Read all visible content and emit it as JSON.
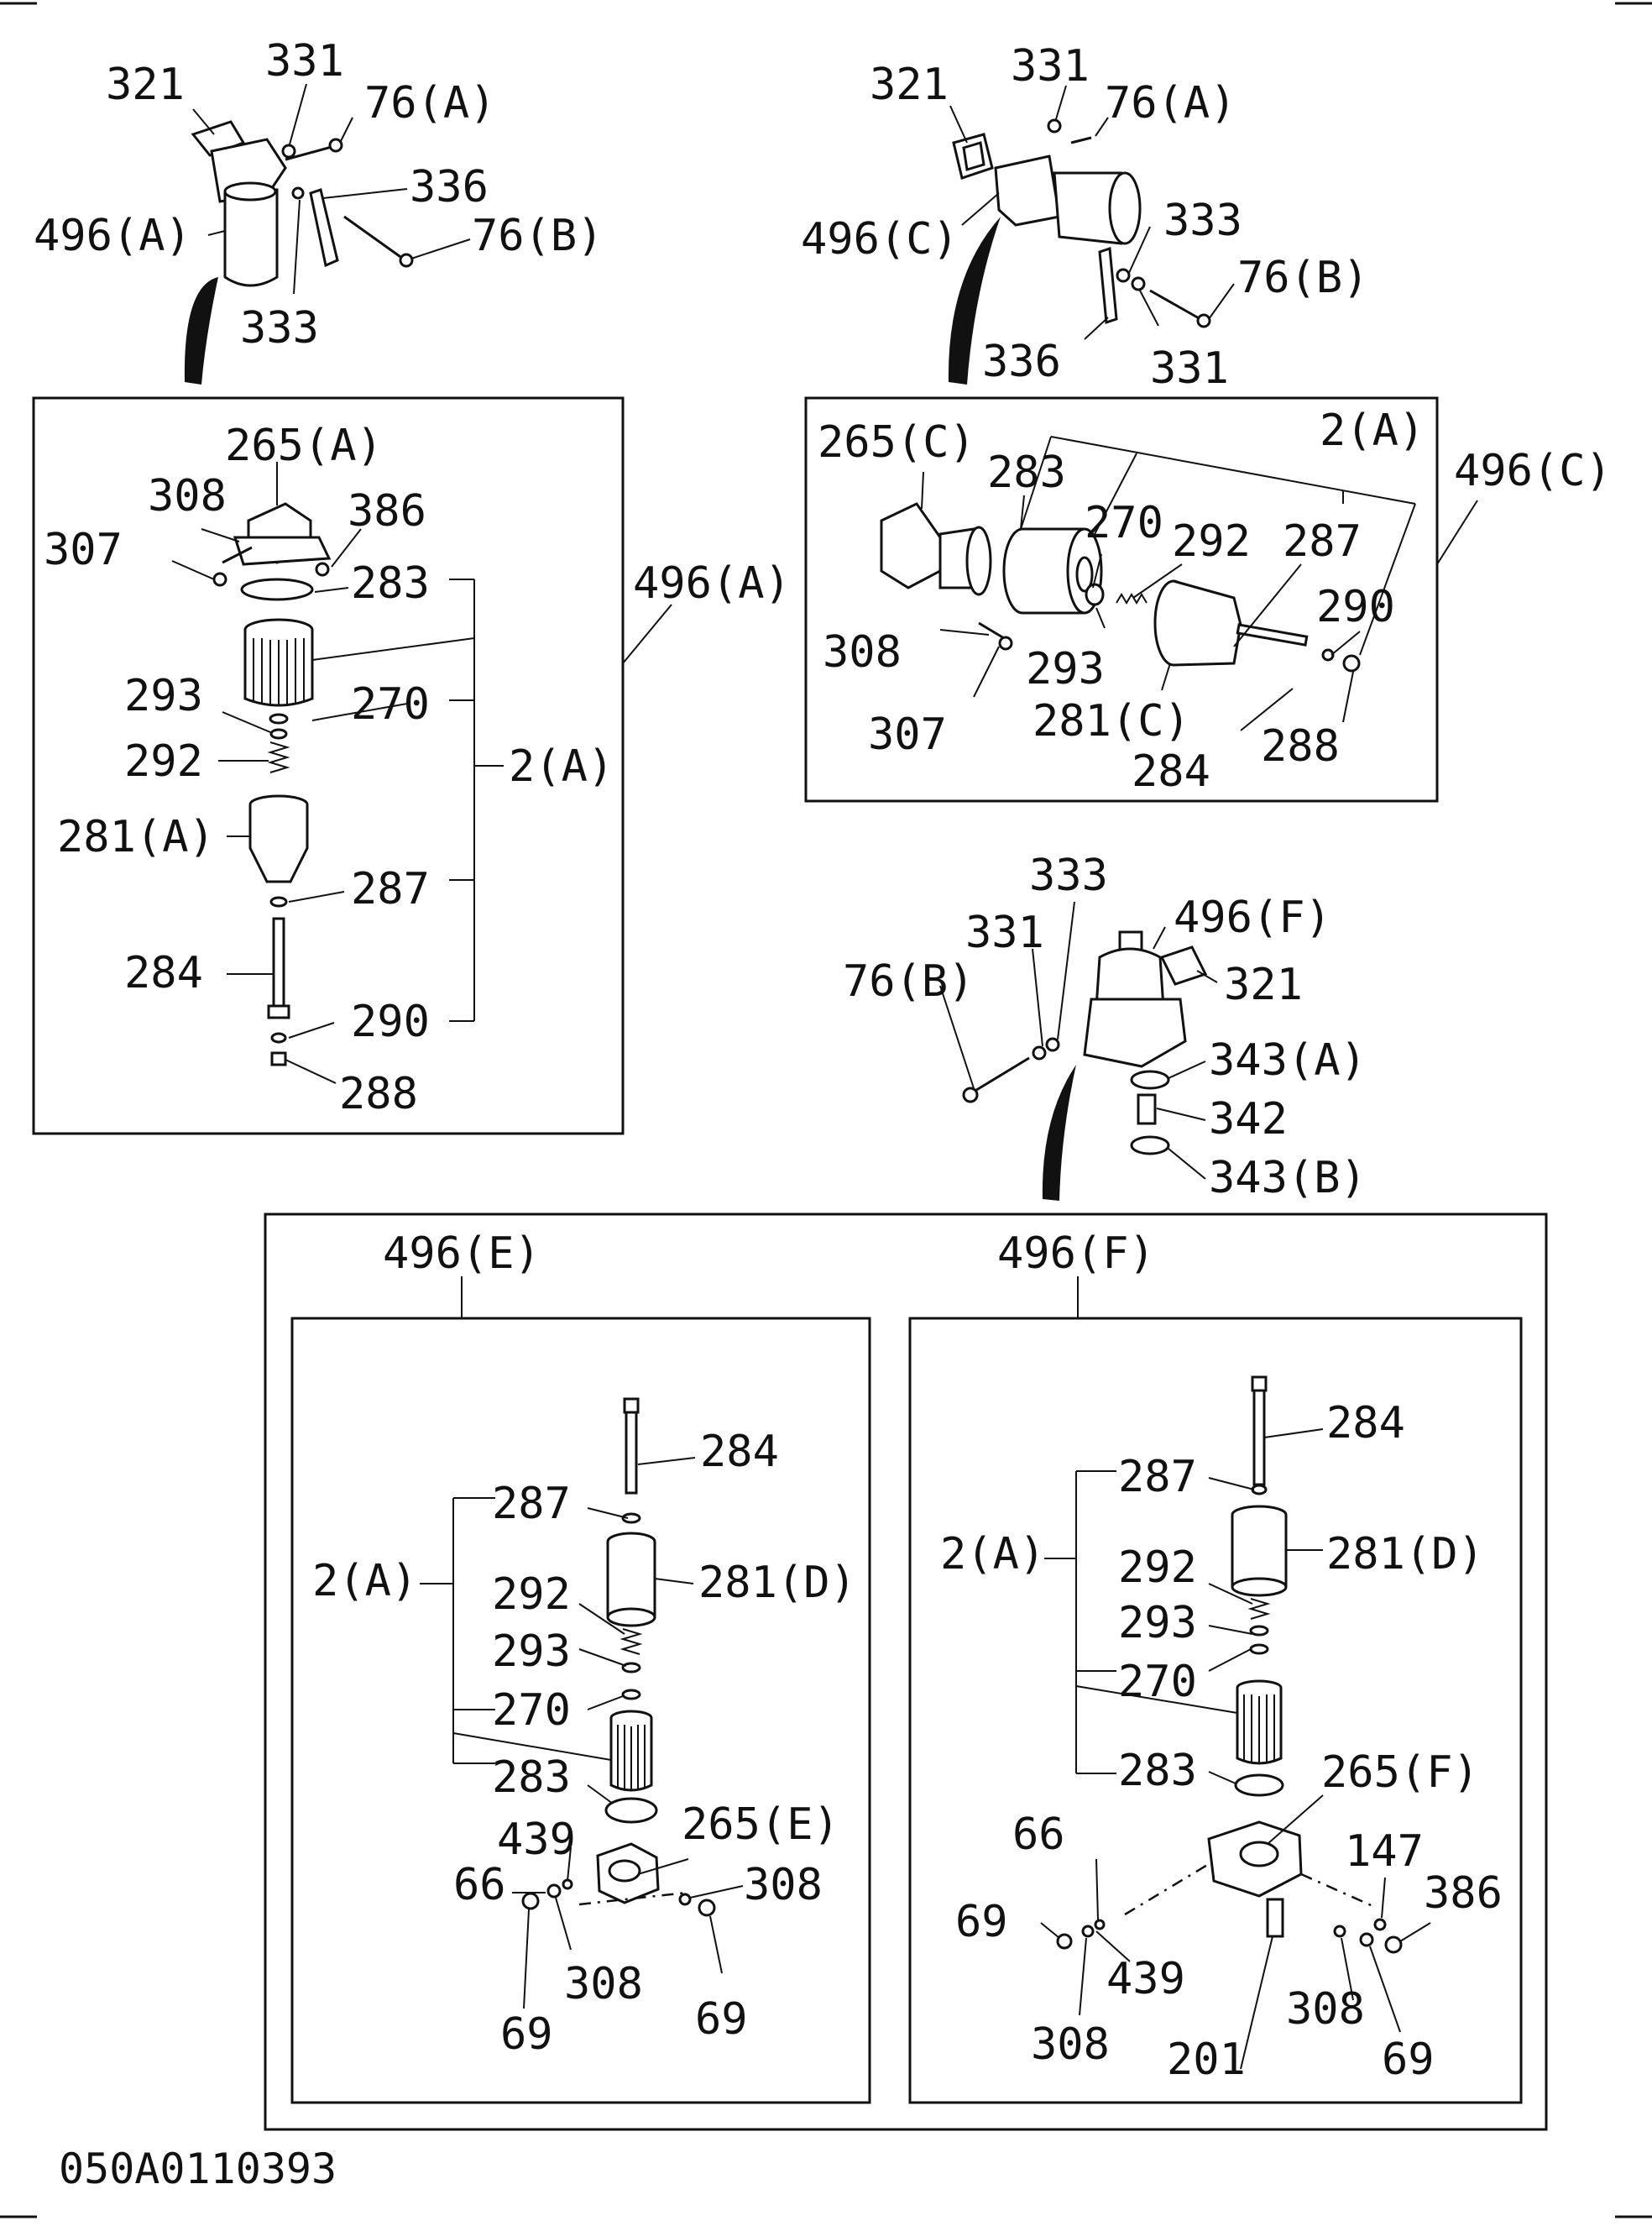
{
  "drawing_code": "050A0110393",
  "labels": [
    {
      "id": "tl-321",
      "text": "321"
    },
    {
      "id": "tl-331",
      "text": "331"
    },
    {
      "id": "tl-76a",
      "text": "76(A)"
    },
    {
      "id": "tl-336",
      "text": "336"
    },
    {
      "id": "tl-496a",
      "text": "496(A)"
    },
    {
      "id": "tl-76b",
      "text": "76(B)"
    },
    {
      "id": "tl-333",
      "text": "333"
    },
    {
      "id": "bA-265a",
      "text": "265(A)"
    },
    {
      "id": "bA-308",
      "text": "308"
    },
    {
      "id": "bA-386",
      "text": "386"
    },
    {
      "id": "bA-307",
      "text": "307"
    },
    {
      "id": "bA-283",
      "text": "283"
    },
    {
      "id": "bA-293",
      "text": "293"
    },
    {
      "id": "bA-270",
      "text": "270"
    },
    {
      "id": "bA-292",
      "text": "292"
    },
    {
      "id": "bA-2a",
      "text": "2(A)"
    },
    {
      "id": "bA-281a",
      "text": "281(A)"
    },
    {
      "id": "bA-287",
      "text": "287"
    },
    {
      "id": "bA-284",
      "text": "284"
    },
    {
      "id": "bA-290",
      "text": "290"
    },
    {
      "id": "bA-288",
      "text": "288"
    },
    {
      "id": "bA-496a",
      "text": "496(A)"
    },
    {
      "id": "tr-321",
      "text": "321"
    },
    {
      "id": "tr-331",
      "text": "331"
    },
    {
      "id": "tr-76a",
      "text": "76(A)"
    },
    {
      "id": "tr-496c",
      "text": "496(C)"
    },
    {
      "id": "tr-333",
      "text": "333"
    },
    {
      "id": "tr-76b",
      "text": "76(B)"
    },
    {
      "id": "tr-336",
      "text": "336"
    },
    {
      "id": "tr-331b",
      "text": "331"
    },
    {
      "id": "bC-265c",
      "text": "265(C)"
    },
    {
      "id": "bC-2a",
      "text": "2(A)"
    },
    {
      "id": "bC-496c",
      "text": "496(C)"
    },
    {
      "id": "bC-283",
      "text": "283"
    },
    {
      "id": "bC-270",
      "text": "270"
    },
    {
      "id": "bC-292",
      "text": "292"
    },
    {
      "id": "bC-287",
      "text": "287"
    },
    {
      "id": "bC-290",
      "text": "290"
    },
    {
      "id": "bC-308",
      "text": "308"
    },
    {
      "id": "bC-293",
      "text": "293"
    },
    {
      "id": "bC-307",
      "text": "307"
    },
    {
      "id": "bC-281c",
      "text": "281(C)"
    },
    {
      "id": "bC-288",
      "text": "288"
    },
    {
      "id": "bC-284",
      "text": "284"
    },
    {
      "id": "mf-333",
      "text": "333"
    },
    {
      "id": "mf-331",
      "text": "331"
    },
    {
      "id": "mf-496f",
      "text": "496(F)"
    },
    {
      "id": "mf-76b",
      "text": "76(B)"
    },
    {
      "id": "mf-321",
      "text": "321"
    },
    {
      "id": "mf-343a",
      "text": "343(A)"
    },
    {
      "id": "mf-342",
      "text": "342"
    },
    {
      "id": "mf-343b",
      "text": "343(B)"
    },
    {
      "id": "bE-496e",
      "text": "496(E)"
    },
    {
      "id": "bE-284",
      "text": "284"
    },
    {
      "id": "bE-287",
      "text": "287"
    },
    {
      "id": "bE-2a",
      "text": "2(A)"
    },
    {
      "id": "bE-281d",
      "text": "281(D)"
    },
    {
      "id": "bE-292",
      "text": "292"
    },
    {
      "id": "bE-293",
      "text": "293"
    },
    {
      "id": "bE-270",
      "text": "270"
    },
    {
      "id": "bE-283",
      "text": "283"
    },
    {
      "id": "bE-439",
      "text": "439"
    },
    {
      "id": "bE-265e",
      "text": "265(E)"
    },
    {
      "id": "bE-66",
      "text": "66"
    },
    {
      "id": "bE-308a",
      "text": "308"
    },
    {
      "id": "bE-308b",
      "text": "308"
    },
    {
      "id": "bE-69a",
      "text": "69"
    },
    {
      "id": "bE-69b",
      "text": "69"
    },
    {
      "id": "bF-496f",
      "text": "496(F)"
    },
    {
      "id": "bF-284",
      "text": "284"
    },
    {
      "id": "bF-287",
      "text": "287"
    },
    {
      "id": "bF-2a",
      "text": "2(A)"
    },
    {
      "id": "bF-281d",
      "text": "281(D)"
    },
    {
      "id": "bF-292",
      "text": "292"
    },
    {
      "id": "bF-293",
      "text": "293"
    },
    {
      "id": "bF-270",
      "text": "270"
    },
    {
      "id": "bF-283",
      "text": "283"
    },
    {
      "id": "bF-265f",
      "text": "265(F)"
    },
    {
      "id": "bF-66",
      "text": "66"
    },
    {
      "id": "bF-147",
      "text": "147"
    },
    {
      "id": "bF-386",
      "text": "386"
    },
    {
      "id": "bF-69a",
      "text": "69"
    },
    {
      "id": "bF-439",
      "text": "439"
    },
    {
      "id": "bF-308a",
      "text": "308"
    },
    {
      "id": "bF-308b",
      "text": "308"
    },
    {
      "id": "bF-201",
      "text": "201"
    },
    {
      "id": "bF-69b",
      "text": "69"
    }
  ]
}
